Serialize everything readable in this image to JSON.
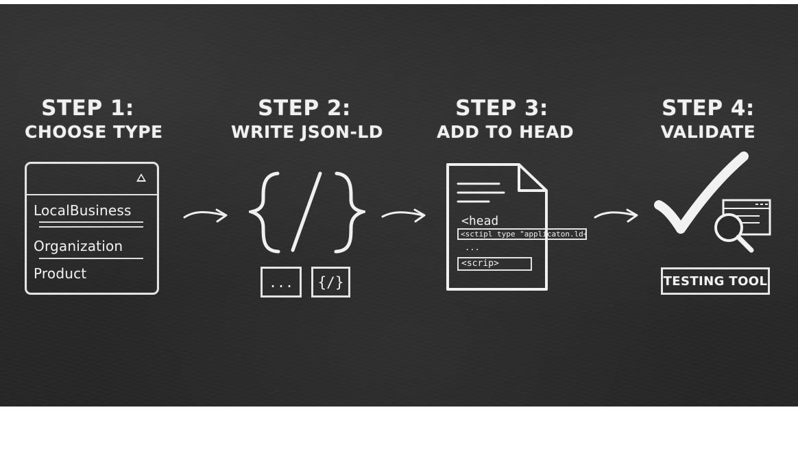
{
  "steps": [
    {
      "title_line1": "STEP 1:",
      "title_line2": "CHOOSE TYPE",
      "options": [
        "LocalBusiness",
        "Organization",
        "Product"
      ]
    },
    {
      "title_line1": "STEP 2:",
      "title_line2": "WRITE JSON-LD",
      "boxes": [
        "...",
        "{/}"
      ]
    },
    {
      "title_line1": "STEP 3:",
      "title_line2": "ADD TO HEAD",
      "doc_lines": [
        "<head",
        "<sctipl type \"applicaton.ld+joav>",
        "...",
        "<scrip>"
      ]
    },
    {
      "title_line1": "STEP 4:",
      "title_line2": "VALIDATE",
      "tool_label": "TESTING TOOL"
    }
  ],
  "icons": {
    "dropdown": "triangle-icon",
    "arrow": "hand-drawn-arrow-icon",
    "code": "code-brackets-icon",
    "document": "document-icon",
    "checkmark": "checkmark-icon",
    "browser": "browser-window-icon",
    "search": "magnifying-glass-icon"
  }
}
